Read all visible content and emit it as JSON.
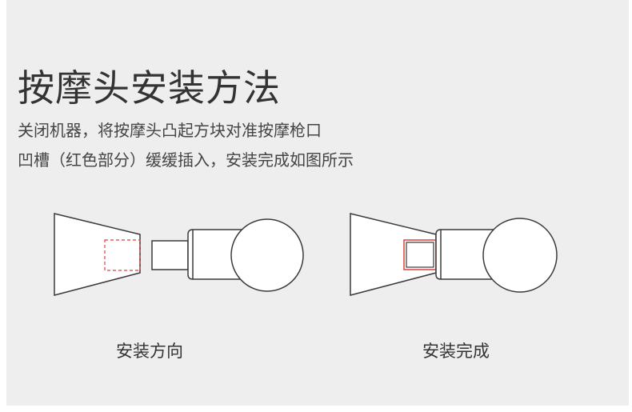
{
  "title": "按摩头安装方法",
  "description": {
    "line1": "关闭机器，将按摩头凸起方块对准按摩枪口",
    "line2": "凹槽（红色部分）缓缓插入，安装完成如图所示"
  },
  "figures": [
    {
      "caption": "安装方向"
    },
    {
      "caption": "安装完成"
    }
  ],
  "colors": {
    "background": "#efeeee",
    "outline": "#3a3a3a",
    "highlight": "#e0403a"
  }
}
